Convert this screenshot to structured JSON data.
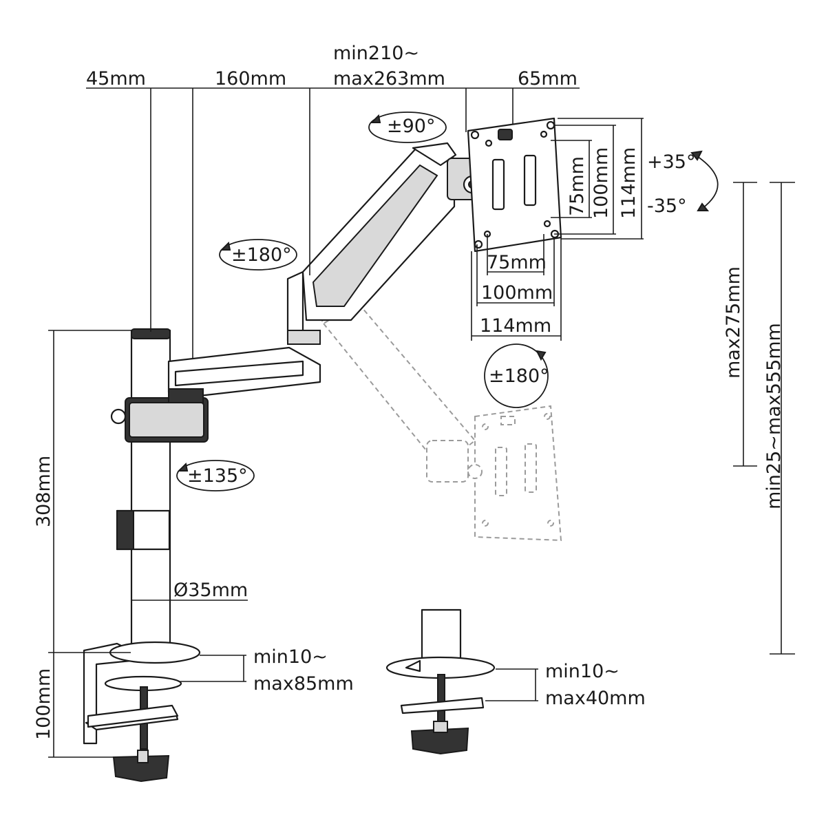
{
  "labels": {
    "base_offset": "45mm",
    "arm_segment": "160mm",
    "forearm_top": "min210~",
    "forearm_bottom": "max263mm",
    "tilt_offset": "65mm",
    "rot_head": "±90°",
    "rot_elbow": "±180°",
    "rot_base": "±135°",
    "rot_screen": "±180°",
    "tilt_up": "+35°",
    "tilt_down": "-35°",
    "vesa_v_small": "75mm",
    "vesa_v_mid": "100mm",
    "vesa_v_large": "114mm",
    "vesa_h_small": "75mm",
    "vesa_h_mid": "100mm",
    "vesa_h_large": "114mm",
    "pole_height": "308mm",
    "pole_diameter": "Ø35mm",
    "clamp_height": "100mm",
    "clamp_range_top": "min10~",
    "clamp_range_bottom": "max85mm",
    "grommet_range_top": "min10~",
    "grommet_range_bottom": "max40mm",
    "height_adjust": "max275mm",
    "height_range": "min25~max555mm"
  }
}
